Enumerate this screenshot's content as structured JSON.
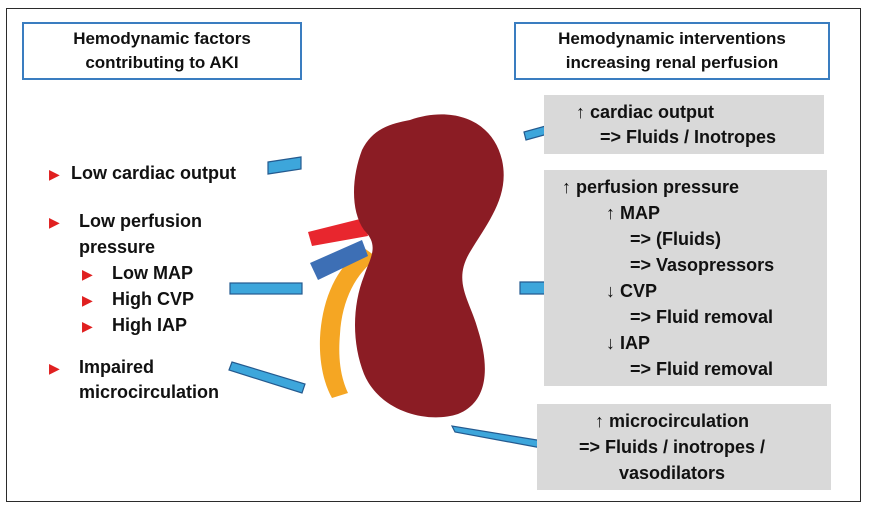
{
  "left_header": {
    "line1": "Hemodynamic factors",
    "line2": "contributing to AKI"
  },
  "right_header": {
    "line1": "Hemodynamic interventions",
    "line2": "increasing renal perfusion"
  },
  "factors": {
    "low_cardiac_output": "Low cardiac output",
    "low_perfusion_line1": "Low perfusion",
    "low_perfusion_line2": "pressure",
    "low_map": "Low MAP",
    "high_cvp": "High CVP",
    "high_iap": "High IAP",
    "impaired_line1": "Impaired",
    "impaired_line2": "microcirculation"
  },
  "interventions": {
    "cardiac": {
      "line1": "↑ cardiac output",
      "line2": "=> Fluids / Inotropes"
    },
    "perfusion": {
      "line1": "↑ perfusion pressure",
      "line2": "↑ MAP",
      "line3": "=> (Fluids)",
      "line4": "=> Vasopressors",
      "line5": "↓ CVP",
      "line6": "=> Fluid removal",
      "line7": "↓ IAP",
      "line8": "=> Fluid removal"
    },
    "micro": {
      "line1": "↑ microcirculation",
      "line2": "=> Fluids / inotropes /",
      "line3": "vasodilators"
    }
  },
  "colors": {
    "kidney": "#8b1c24",
    "artery": "#e8262e",
    "vein": "#3d6fb5",
    "ureter": "#f5a623",
    "arrow": "#3da6db",
    "bullet": "#e02020",
    "box": "#d9d9d9",
    "header_border": "#3a7dc0"
  },
  "bullet_icon": "red-triangle-bullet"
}
